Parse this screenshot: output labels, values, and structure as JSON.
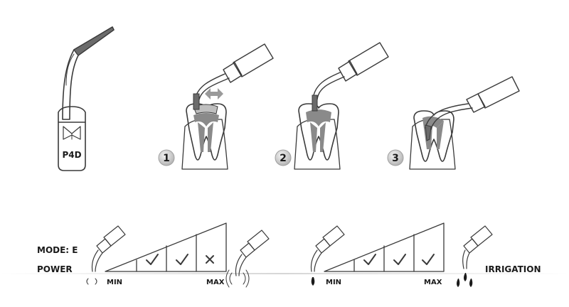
{
  "tip": {
    "name": "P4D"
  },
  "steps": [
    {
      "number": "1"
    },
    {
      "number": "2"
    },
    {
      "number": "3"
    }
  ],
  "settings": {
    "mode_label": "MODE: E",
    "power_label": "POWER",
    "irrigation_label": "IRRIGATION",
    "power_scale": {
      "min_label": "MIN",
      "max_label": "MAX",
      "levels": [
        "allowed",
        "allowed",
        "not-allowed"
      ]
    },
    "irrigation_scale": {
      "min_label": "MIN",
      "max_label": "MAX",
      "levels": [
        "allowed",
        "allowed",
        "allowed"
      ]
    },
    "check_icon": "check-mark-icon",
    "cross_icon": "cross-mark-icon"
  },
  "colors": {
    "tip_highlight": "#6b6b6b",
    "step_badge": "#c9c9c9",
    "outline": "#3a3a3a"
  }
}
